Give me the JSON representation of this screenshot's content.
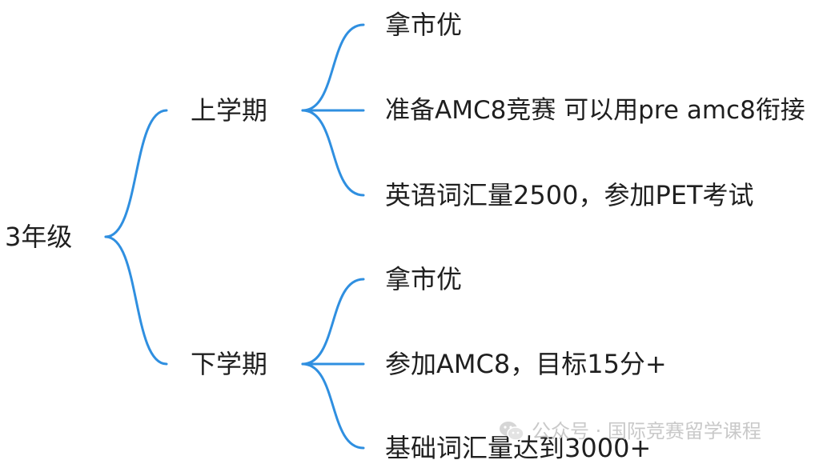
{
  "root": {
    "label": "3年级"
  },
  "branches": [
    {
      "label": "上学期",
      "items": [
        "拿市优",
        "准备AMC8竞赛 可以用pre amc8衔接",
        "英语词汇量2500，参加PET考试"
      ]
    },
    {
      "label": "下学期",
      "items": [
        "拿市优",
        "参加AMC8，目标15分+",
        "基础词汇量达到3000+"
      ]
    }
  ],
  "watermark": {
    "text": "公众号 · 国际竞赛留学课程",
    "icon": "wechat-icon"
  },
  "colors": {
    "connector": "#2f8fe0",
    "text": "#1f1f1f",
    "watermark": "#c9c9c9"
  }
}
